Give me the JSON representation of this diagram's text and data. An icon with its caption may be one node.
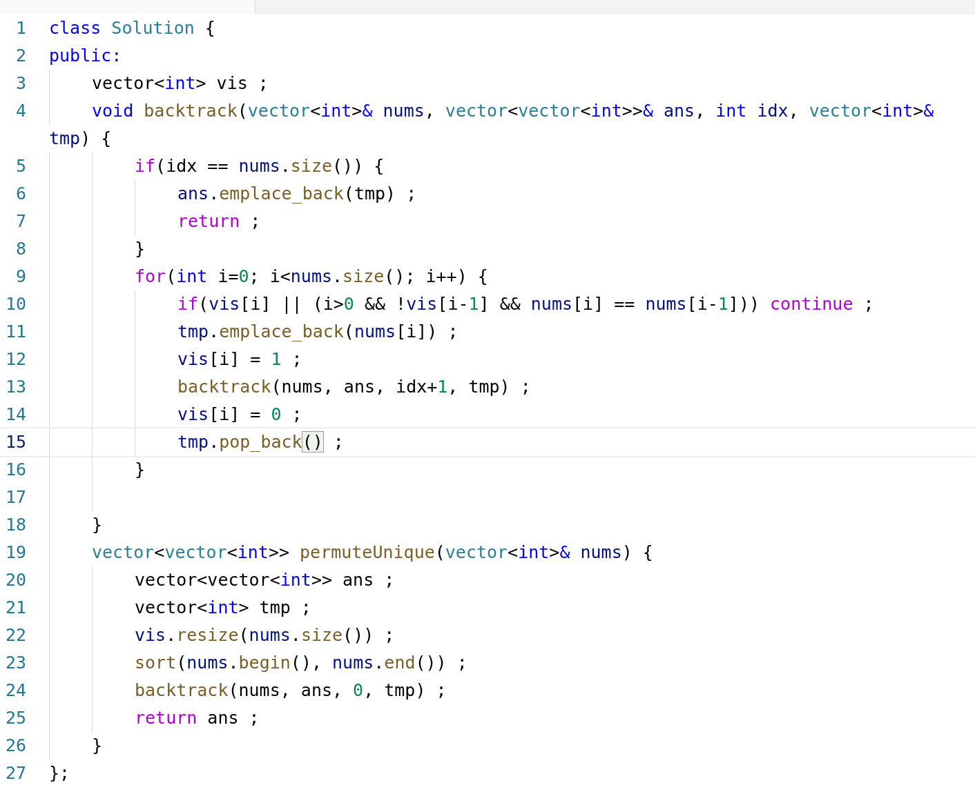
{
  "diagram": {
    "labels": [
      "1",
      "class Solution {",
      "2",
      "public:",
      "3",
      "vector<int> vis ;",
      "4",
      "void backtrack(vector<int>& nums, vector<vector<int>>& ans, int idx, vector<int>&",
      "tmp) {",
      "5",
      "if(idx == nums.size()) {",
      "6",
      "ans.emplace_back(tmp) ;",
      "7",
      "return ;",
      "8",
      "}",
      "9",
      "for(int i=0; i<nums.size(); i++) {",
      "10",
      "if(vis[i] || (i>0 && !vis[i-1] && nums[i] == nums[i-1])) continue ;",
      "11",
      "tmp.emplace_back(nums[i]) ;",
      "12",
      "vis[i] = 1 ;",
      "13",
      "backtrack(nums, ans, idx+1, tmp) ;",
      "14",
      "vis[i] = 0 ;",
      "15",
      "tmp.pop_back() ;",
      "16",
      "}",
      "17",
      "18",
      "}",
      "19",
      "vector<vector<int>> permuteUnique(vector<int>& nums) {",
      "20",
      "vector<vector<int>> ans ;",
      "21",
      "vector<int> tmp ;",
      "22",
      "vis.resize(nums.size()) ;",
      "23",
      "sort(nums.begin(), nums.end()) ;",
      "24",
      "backtrack(nums, ans, 0, tmp) ;",
      "25",
      "return ans ;",
      "26",
      "}",
      "27",
      "};"
    ]
  }
}
